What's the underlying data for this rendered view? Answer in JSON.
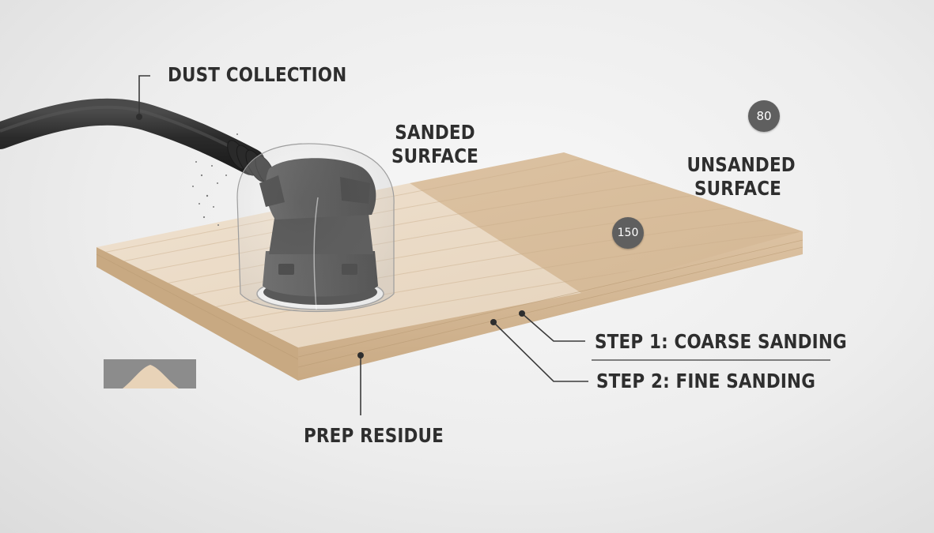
{
  "labels": {
    "dust_collection": "DUST COLLECTION",
    "sanded_surface": "SANDED SURFACE",
    "unsanded_surface": "UNSANDED SURFACE",
    "step1": "STEP 1: COARSE SANDING",
    "step2": "STEP 2: FINE SANDING",
    "prep_residue": "PREP RESIDUE"
  },
  "grit_badges": {
    "coarse": "80",
    "fine": "150"
  },
  "colors": {
    "sanded_wood": "#ebdac5",
    "unsanded_wood": "#dcc1a0",
    "board_edge": "#d2b591",
    "sander_body": "#3b3b3b",
    "hose": "#2f2f2f",
    "badge": "#5f5f5f",
    "leader_line": "#3a3a3a"
  }
}
